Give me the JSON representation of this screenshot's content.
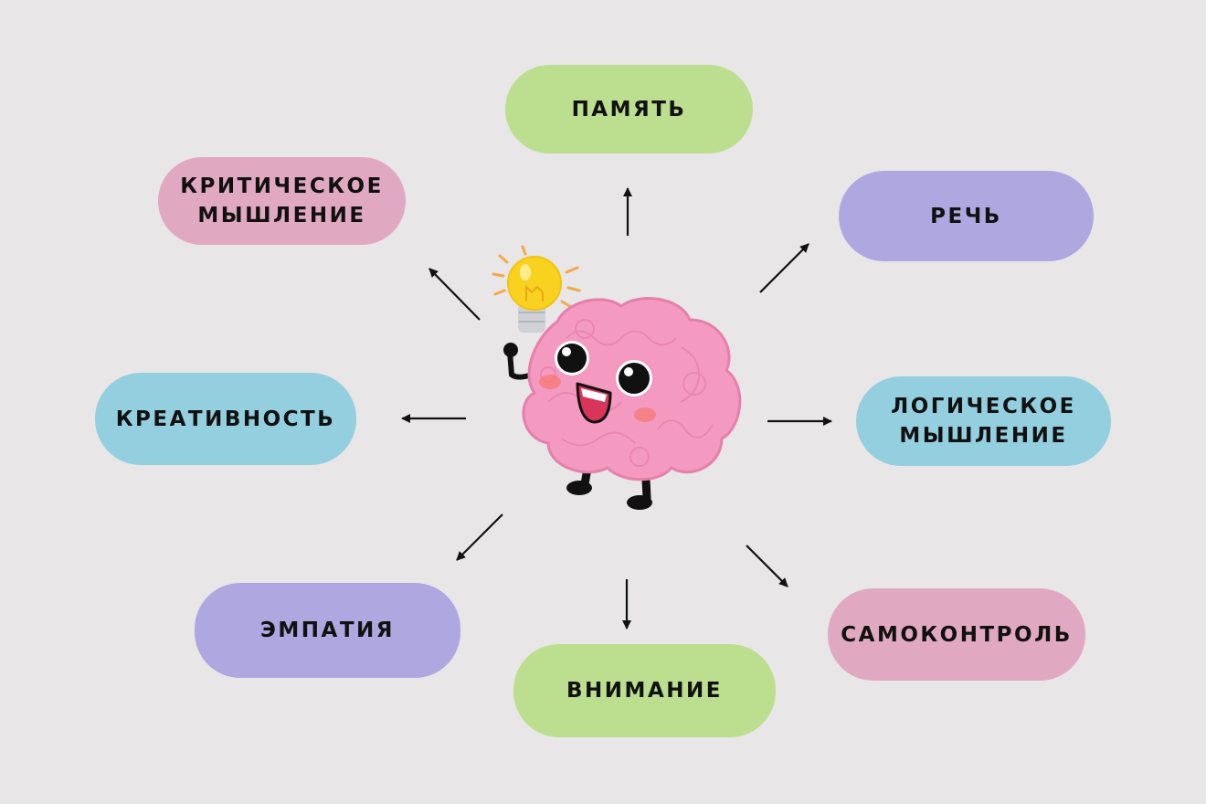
{
  "nodes": {
    "memory": {
      "label": "ПАМЯТЬ",
      "color": "#bbdf8f"
    },
    "speech": {
      "label": "РЕЧЬ",
      "color": "#afa8e0"
    },
    "critical": {
      "label": "КРИТИЧЕСКОЕ\nМЫШЛЕНИЕ",
      "color": "#e1a9c1"
    },
    "creativity": {
      "label": "КРЕАТИВНОСТЬ",
      "color": "#94cfe0"
    },
    "logical": {
      "label": "ЛОГИЧЕСКОЕ\nМЫШЛЕНИЕ",
      "color": "#94cfe0"
    },
    "empathy": {
      "label": "ЭМПАТИЯ",
      "color": "#afa8e0"
    },
    "attention": {
      "label": "ВНИМАНИЕ",
      "color": "#bbdf8f"
    },
    "self_control": {
      "label": "САМОКОНТРОЛЬ",
      "color": "#e1a9c1"
    }
  },
  "center": {
    "icon": "brain-mascot-with-lightbulb-icon"
  },
  "colors": {
    "background": "#e8e6e7",
    "arrow": "#111111",
    "brain": "#f49ac1",
    "bulb": "#f8d21f"
  }
}
